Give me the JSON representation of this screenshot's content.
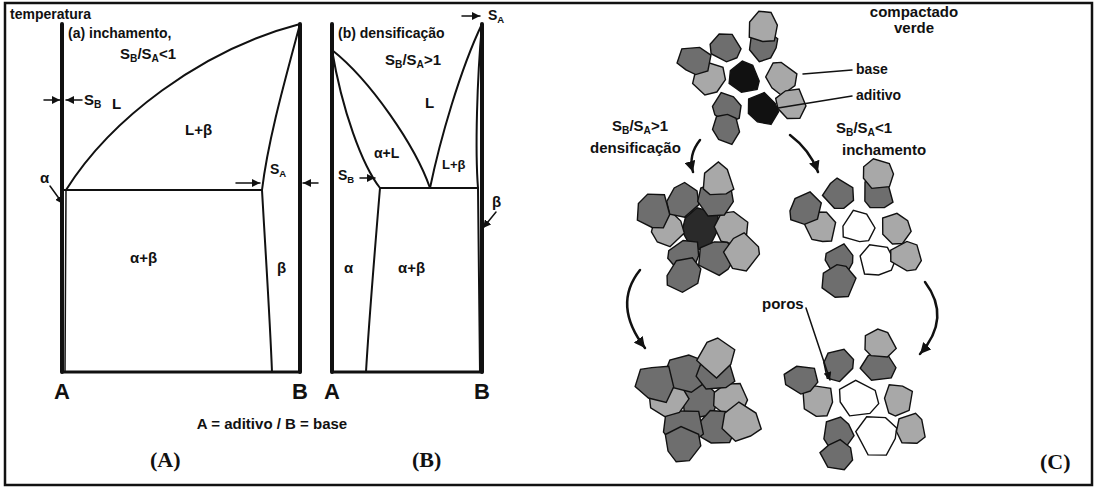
{
  "diagram": {
    "labels": [
      "temperatura",
      "(a) inchamento,",
      "SB/SA<1",
      "SB",
      "L",
      "L+β",
      "SA",
      "α",
      "α+β",
      "β",
      "A",
      "B",
      "(b) densificação",
      "SA",
      "SB/SA>1",
      "L",
      "α+L",
      "L+β",
      "SB",
      "α",
      "α+β",
      "β",
      "A",
      "B",
      "A = aditivo / B = base",
      "(A)",
      "(B)",
      "compactado verde",
      "base",
      "aditivo",
      "SB/SA>1",
      "densificação",
      "SB/SA<1",
      "inchamento",
      "poros",
      "(C)"
    ]
  }
}
